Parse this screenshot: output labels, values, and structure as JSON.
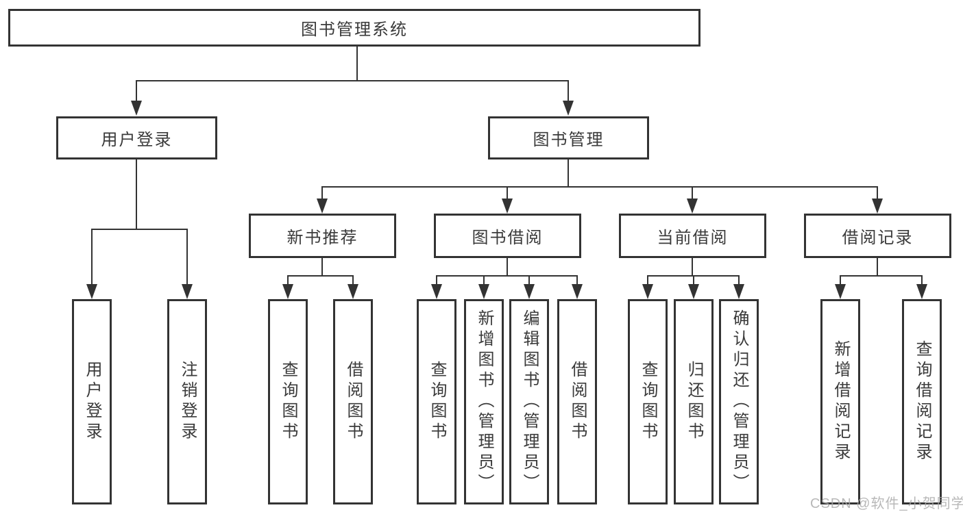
{
  "diagram_title": "图书管理系统",
  "colors": {
    "line": "#333333",
    "box_background": "#ffffff",
    "text": "#3a3a3a",
    "watermark": "#a8a8a8"
  },
  "tree": {
    "root": "图书管理系统",
    "children": [
      {
        "label": "用户登录",
        "children": [
          "用户登录",
          "注销登录"
        ]
      },
      {
        "label": "图书管理",
        "children": [
          {
            "label": "新书推荐",
            "children": [
              "查询图书",
              "借阅图书"
            ]
          },
          {
            "label": "图书借阅",
            "children": [
              "查询图书",
              "新增图书（管理员）",
              "编辑图书（管理员）",
              "借阅图书"
            ]
          },
          {
            "label": "当前借阅",
            "children": [
              "查询图书",
              "归还图书",
              "确认归还（管理员）"
            ]
          },
          {
            "label": "借阅记录",
            "children": [
              "新增借阅记录",
              "查询借阅记录"
            ]
          }
        ]
      }
    ]
  },
  "watermark": "CSDN @软件_小贺同学"
}
